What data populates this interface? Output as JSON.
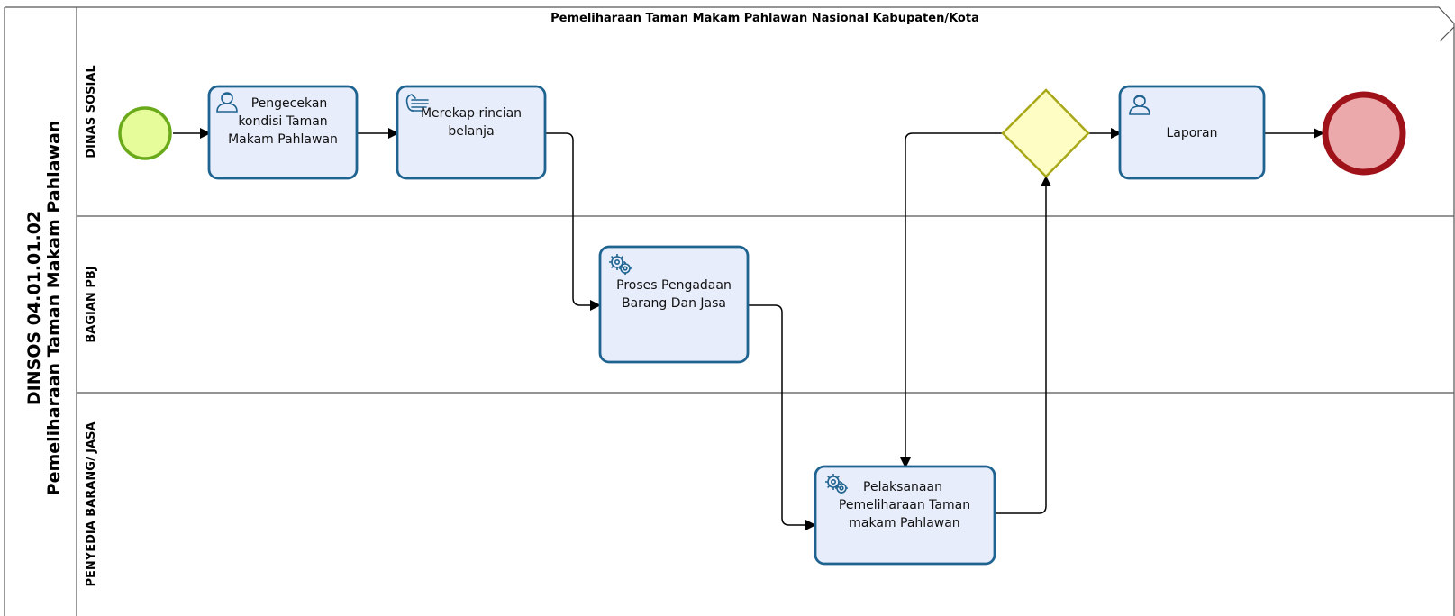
{
  "pool": {
    "title_line1": "DINSOS 04.01.01.02",
    "title_line2": "Pemeliharaan Taman Makam Pahlawan"
  },
  "diagram_title": "Pemeliharaan Taman Makam Pahlawan Nasional Kabupaten/Kota",
  "lanes": [
    {
      "label": "DINAS SOSIAL"
    },
    {
      "label": "BAGIAN PBJ"
    },
    {
      "label": "PENYEDIA BARANG/ JASA"
    }
  ],
  "tasks": [
    {
      "id": "pengecekan",
      "type": "user-task",
      "icon": "user-icon",
      "lines": [
        "Pengecekan",
        "kondisi Taman",
        "Makam Pahlawan"
      ]
    },
    {
      "id": "merekap",
      "type": "manual-task",
      "icon": "hand-icon",
      "lines": [
        "Merekap rincian",
        "belanja"
      ]
    },
    {
      "id": "proses",
      "type": "service-task",
      "icon": "gear-icon",
      "lines": [
        "Proses Pengadaan",
        "Barang Dan Jasa"
      ]
    },
    {
      "id": "pelaksanaan",
      "type": "service-task",
      "icon": "gear-icon",
      "lines": [
        "Pelaksanaan",
        "Pemeliharaan Taman",
        "makam Pahlawan"
      ]
    },
    {
      "id": "laporan",
      "type": "user-task",
      "icon": "user-icon",
      "lines": [
        "Laporan"
      ]
    }
  ],
  "events": {
    "start": "start-event",
    "end": "end-event",
    "gateway": "exclusive-gateway"
  },
  "colors": {
    "task_fill": "#e8edfb",
    "task_stroke": "#1f6390",
    "start_fill": "#e6fb9a",
    "start_stroke": "#6aaa1a",
    "end_fill": "#eca9ab",
    "end_stroke": "#a0121a",
    "gateway_fill": "#fdfdc4",
    "gateway_stroke": "#a8a81a",
    "icon": "#1f6390"
  }
}
